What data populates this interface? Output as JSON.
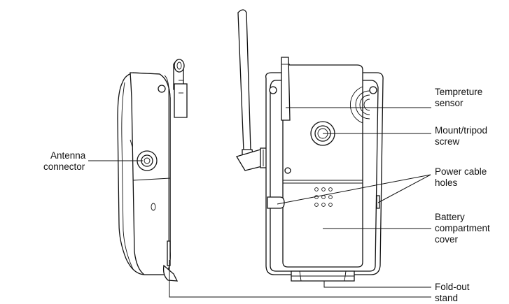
{
  "labels": {
    "antenna_connector": [
      "Antenna",
      "connector"
    ],
    "temperature_sensor": [
      "Tempreture",
      "sensor"
    ],
    "mount_screw": [
      "Mount/tripod",
      "screw"
    ],
    "power_cable_holes": [
      "Power cable",
      "holes"
    ],
    "battery_cover": [
      "Battery",
      "compartment",
      "cover"
    ],
    "fold_out_stand": [
      "Fold-out",
      "stand"
    ]
  }
}
